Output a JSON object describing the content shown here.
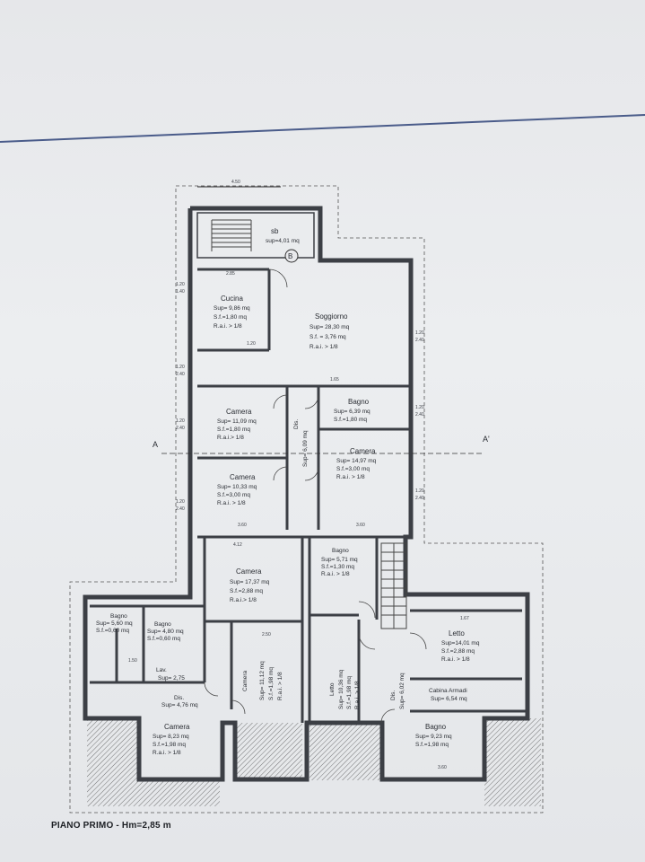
{
  "caption": "PIANO PRIMO - Hm=2,85 m",
  "overall_dimension": "4.50",
  "section_markers": {
    "left": "A",
    "right": "A'"
  },
  "stair_marker": "B",
  "rooms": {
    "sb": {
      "name": "sb",
      "area": "sup=4,01 mq"
    },
    "cucina": {
      "name": "Cucina",
      "area": "Sup= 9,86 mq",
      "sf": "S.f.=1,80 mq",
      "rai": "R.a.i. > 1/8"
    },
    "soggiorno": {
      "name": "Soggiorno",
      "area": "Sup= 28,30 mq",
      "sf": "S.f. = 3,76 mq",
      "rai": "R.a.i. > 1/8"
    },
    "camera1": {
      "name": "Camera",
      "area": "Sup= 11,09 mq",
      "sf": "S.f.=1,80 mq",
      "rai": "R.a.i.> 1/8"
    },
    "bagno1": {
      "name": "Bagno",
      "area": "Sup= 6,39 mq",
      "sf": "S.f.=1,80 mq",
      "rai": ""
    },
    "dis1": {
      "name": "Dis.",
      "area": "Sup= 6,09 mq"
    },
    "camera2": {
      "name": "Camera",
      "area": "Sup= 14,97 mq",
      "sf": "S.f.=3,00 mq",
      "rai": "R.a.i. > 1/8"
    },
    "camera3": {
      "name": "Camera",
      "area": "Sup= 10,33 mq",
      "sf": "S.f.=3,00 mq",
      "rai": "R.a.i. > 1/8"
    },
    "camera4": {
      "name": "Camera",
      "area": "Sup= 17,37 mq",
      "sf": "S.f.=2,88 mq",
      "rai": "R.a.i.> 1/8"
    },
    "bagno2": {
      "name": "Bagno",
      "area": "Sup= 5,71 mq",
      "sf": "S.f.=1,30 mq",
      "rai": "R.a.i. > 1/8"
    },
    "bagno3": {
      "name": "Bagno",
      "area": "Sup= 5,60 mq",
      "sf": "S.f.=0,60 mq",
      "rai": ""
    },
    "bagno4": {
      "name": "Bagno",
      "area": "Sup= 4,80 mq",
      "sf": "S.f.=0,60 mq",
      "rai": ""
    },
    "lav": {
      "name": "Lav.",
      "area": "Sup= 2,75"
    },
    "dis2": {
      "name": "Dis.",
      "area": "Sup= 4,76 mq"
    },
    "camera5": {
      "name": "Camera",
      "area": "Sup= 11,12 mq",
      "sf": "S.f.=1,98 mq",
      "rai": "R.a.i. > 1/8"
    },
    "letto1": {
      "name": "Letto",
      "area": "Sup= 10,36 mq",
      "sf": "S.f.=1,98 mq",
      "rai": "R.a.i. > 1/8"
    },
    "dis3": {
      "name": "Dis.",
      "area": "Sup= 6,02 mq"
    },
    "letto2": {
      "name": "Letto",
      "area": "Sup=14,01 mq",
      "sf": "S.f.=2,88 mq",
      "rai": "R.a.i. > 1/8"
    },
    "cabina": {
      "name": "Cabina Armadi",
      "area": "Sup= 6,54 mq"
    },
    "camera6": {
      "name": "Camera",
      "area": "Sup= 8,23 mq",
      "sf": "S.f.=1,98 mq",
      "rai": "R.a.i. > 1/8"
    },
    "bagno5": {
      "name": "Bagno",
      "area": "Sup= 9,23 mq",
      "sf": "S.f.=1,98 mq",
      "rai": ""
    }
  },
  "dimensions": {
    "d1": "2.85",
    "d2": "1.20",
    "d3": "1.65",
    "d4": "3.60",
    "d5": "3.60",
    "d6": "4.12",
    "d7": "2.50",
    "d8": "1.67",
    "d9": "3.60",
    "d10": "1.50",
    "left_heights": [
      "1.20",
      "1.40",
      "1.20",
      "2.40",
      "1.20",
      "2.40",
      "1.20",
      "2.40"
    ],
    "right_heights": [
      "1.20",
      "2.40",
      "1.20",
      "2.40",
      "1.20",
      "2.40"
    ]
  }
}
